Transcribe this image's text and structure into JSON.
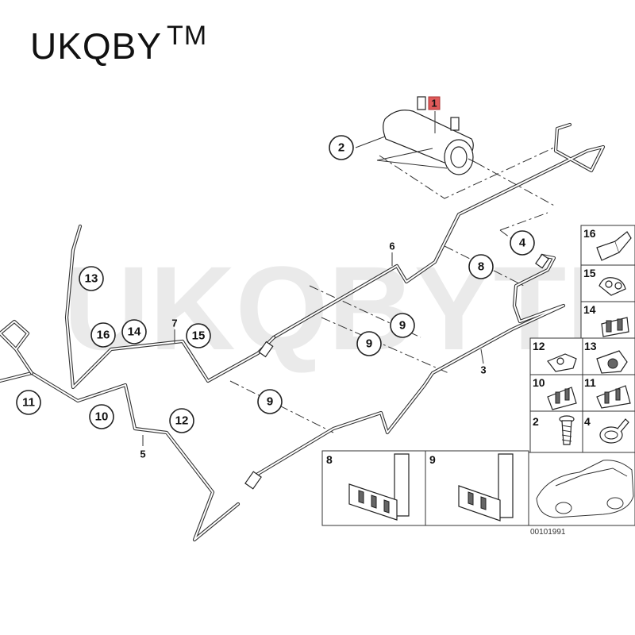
{
  "brand": {
    "name": "UKQBY",
    "mark": "TM"
  },
  "watermark": "UKQBYTM",
  "diagram_number": "00101991",
  "callouts": {
    "c1": "1",
    "c2": "2",
    "c3": "3",
    "c4": "4",
    "c5": "5",
    "c6": "6",
    "c7": "7",
    "c8": "8",
    "c9a": "9",
    "c9b": "9",
    "c9c": "9",
    "c10": "10",
    "c11": "11",
    "c12": "12",
    "c13": "13",
    "c14": "14",
    "c15": "15",
    "c16": "16"
  },
  "parts_grid": [
    {
      "key": "p16",
      "label": "16"
    },
    {
      "key": "p15",
      "label": "15"
    },
    {
      "key": "p14",
      "label": "14"
    },
    {
      "key": "p12",
      "label": "12"
    },
    {
      "key": "p13",
      "label": "13"
    },
    {
      "key": "p10",
      "label": "10"
    },
    {
      "key": "p11",
      "label": "11"
    },
    {
      "key": "p2",
      "label": "2"
    },
    {
      "key": "p4",
      "label": "4"
    },
    {
      "key": "p8",
      "label": "8"
    },
    {
      "key": "p9",
      "label": "9"
    }
  ],
  "colors": {
    "line": "#333333",
    "highlight": "#e05a5a"
  }
}
